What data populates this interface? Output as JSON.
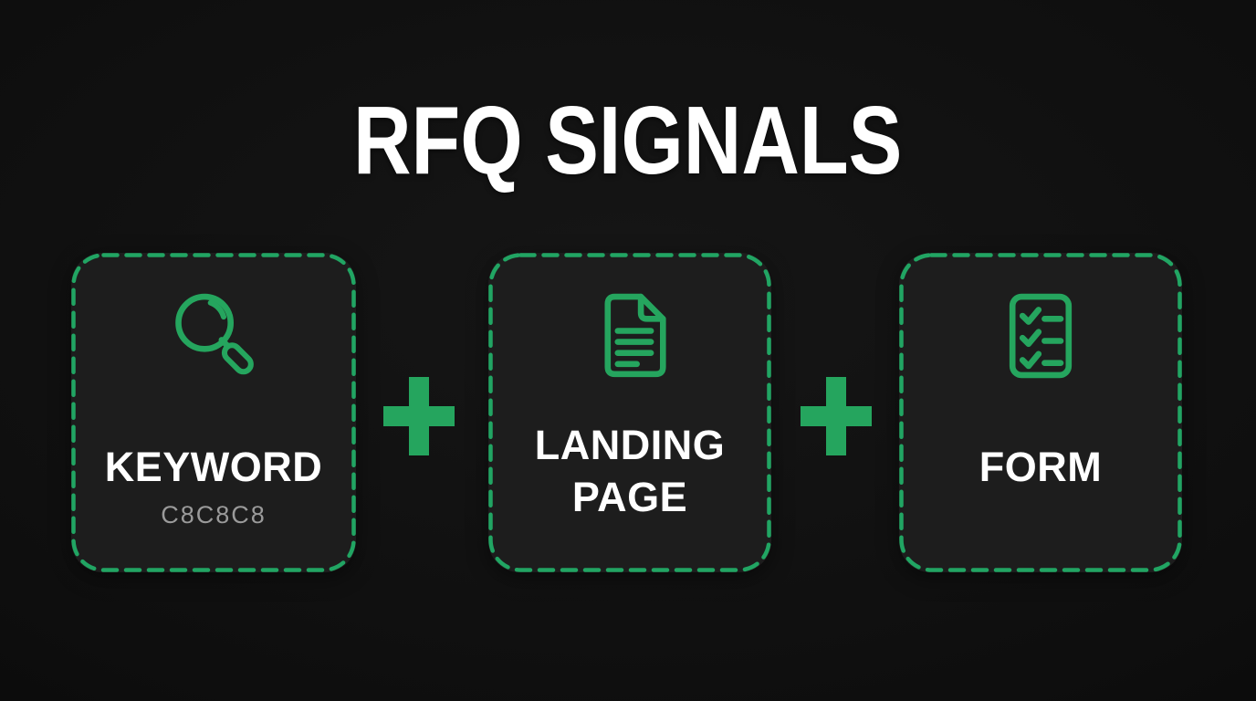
{
  "title": "RFQ SIGNALS",
  "colors": {
    "background": "#0d0d0d",
    "card_background": "#1d1d1d",
    "accent_green": "#25a55e",
    "dashed_border_green": "#21a563",
    "text_white": "#ffffff",
    "text_gray": "#9a9a9a"
  },
  "cards": [
    {
      "id": "keyword",
      "icon": "magnifier-icon",
      "lines": [
        "KEYWORD"
      ],
      "sublabel": "C8C8C8"
    },
    {
      "id": "landing-page",
      "icon": "document-icon",
      "lines": [
        "LANDING",
        "PAGE"
      ]
    },
    {
      "id": "form",
      "icon": "checklist-icon",
      "lines": [
        "FORM"
      ]
    }
  ],
  "separators": [
    {
      "symbol": "+"
    },
    {
      "symbol": "+"
    }
  ]
}
